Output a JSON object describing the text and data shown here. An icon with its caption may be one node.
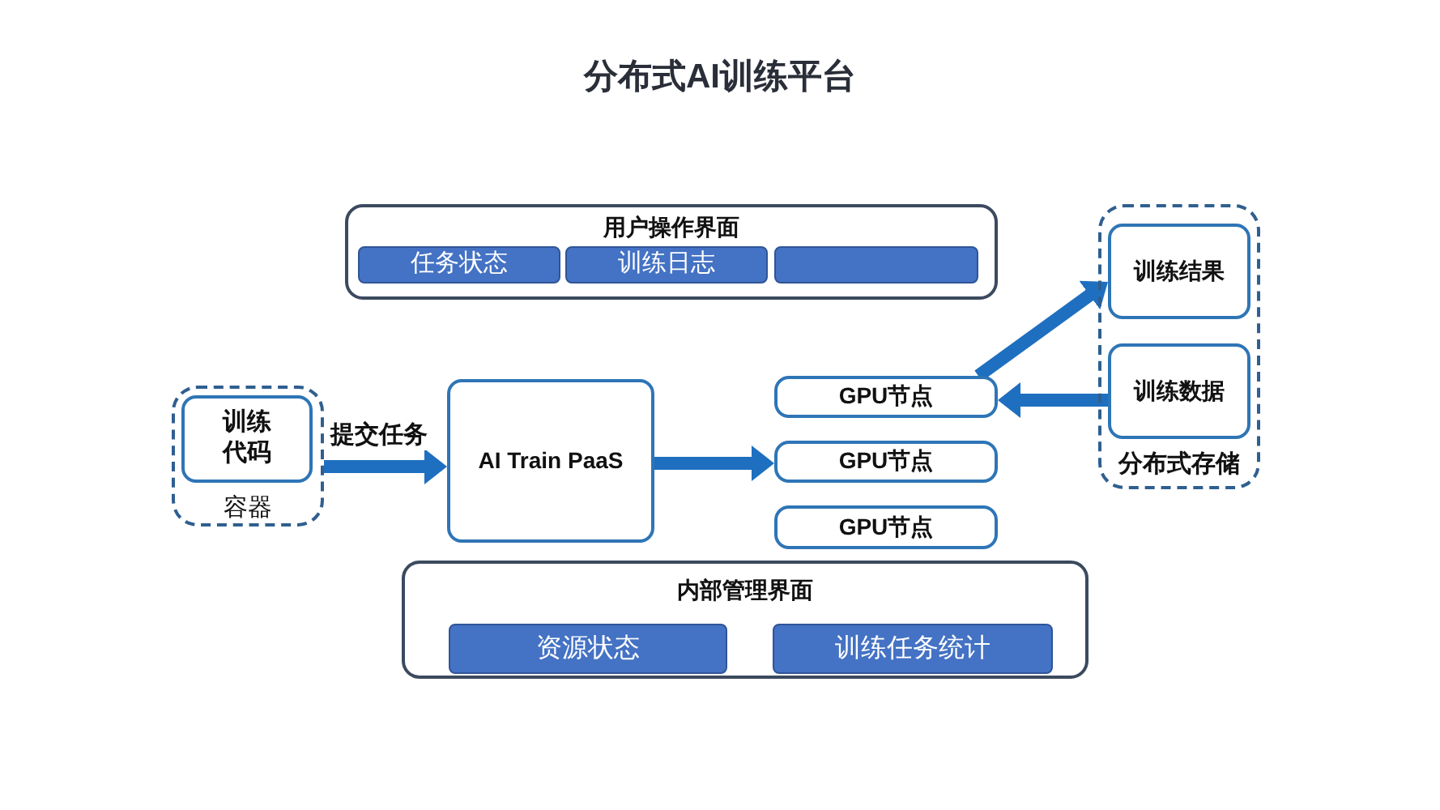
{
  "diagram": {
    "title": "分布式AI训练平台",
    "nodes": [
      {
        "text": [
          "用户操作界面"
        ]
      },
      {
        "text": [
          "任务状态"
        ],
        "in": 0
      },
      {
        "text": [
          "训练日志"
        ],
        "in": 0
      },
      {
        "text": [],
        "shape": "box",
        "in": 0
      },
      {
        "text": [
          "容器"
        ]
      },
      {
        "text": [
          "训练代码"
        ],
        "in": 4
      },
      {
        "text": [
          "AI Train PaaS"
        ]
      },
      {
        "text": [
          "GPU节点"
        ]
      },
      {
        "text": [
          "GPU节点"
        ]
      },
      {
        "text": [
          "GPU节点"
        ]
      },
      {
        "text": [
          "分布式存储"
        ]
      },
      {
        "text": [
          "训练结果"
        ],
        "in": 10
      },
      {
        "text": [
          "训练数据"
        ],
        "in": 10
      },
      {
        "text": [
          "内部管理界面"
        ]
      },
      {
        "text": [
          "资源状态"
        ],
        "in": 13
      },
      {
        "text": [
          "训练任务统计"
        ],
        "in": 13
      }
    ],
    "edges": [
      {
        "from": 4,
        "to": 6,
        "arrow": "to",
        "label": "提交任务"
      },
      {
        "from": 6,
        "to": 8,
        "arrow": "to"
      },
      {
        "from": 7,
        "to": 11,
        "arrow": "to"
      },
      {
        "from": 12,
        "to": 7,
        "arrow": "to"
      }
    ]
  }
}
